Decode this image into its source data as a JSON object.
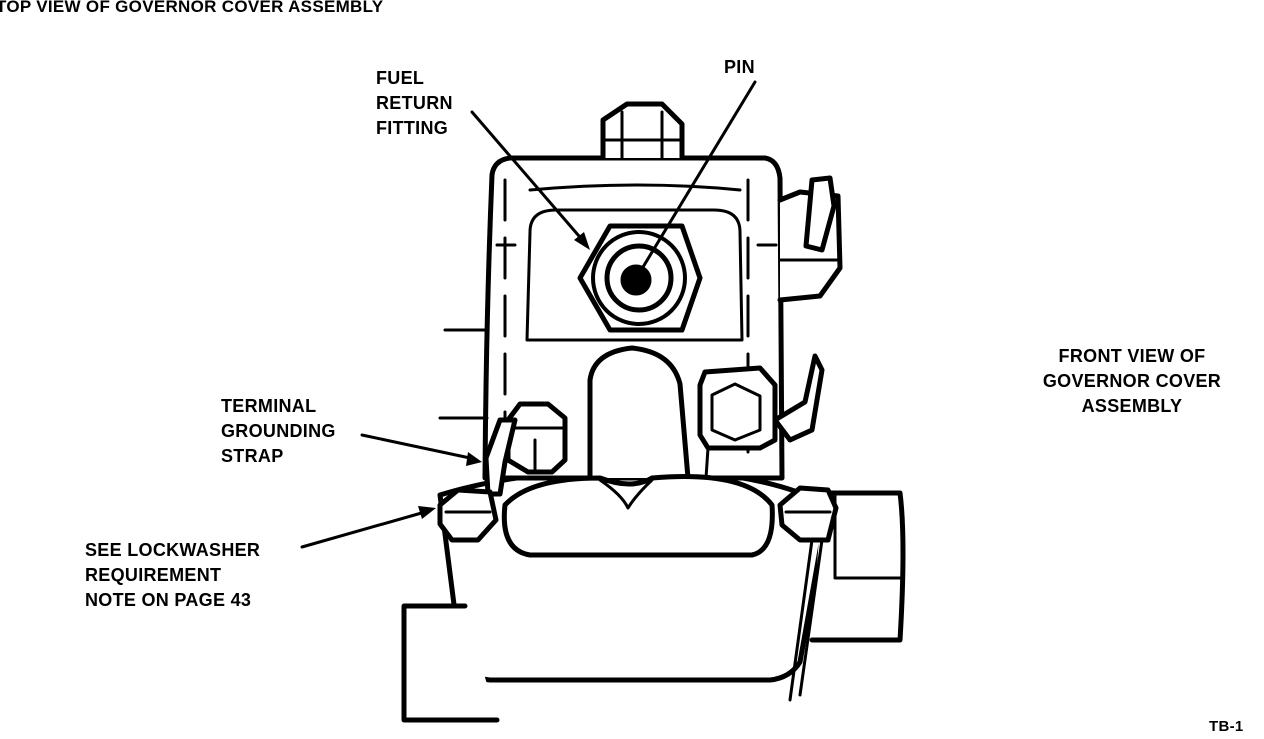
{
  "title": "TOP VIEW OF GOVERNOR COVER ASSEMBLY",
  "callouts": {
    "fuel_return_fitting": "FUEL\nRETURN\nFITTING",
    "pin": "PIN",
    "terminal_grounding_strap": "TERMINAL\nGROUNDING\nSTRAP",
    "lockwasher_note": "SEE LOCKWASHER\nREQUIREMENT\nNOTE ON PAGE 43",
    "front_view": "FRONT VIEW OF\nGOVERNOR COVER\nASSEMBLY"
  },
  "figure_code": "TB-1",
  "colors": {
    "ink": "#000000",
    "paper": "#ffffff"
  }
}
